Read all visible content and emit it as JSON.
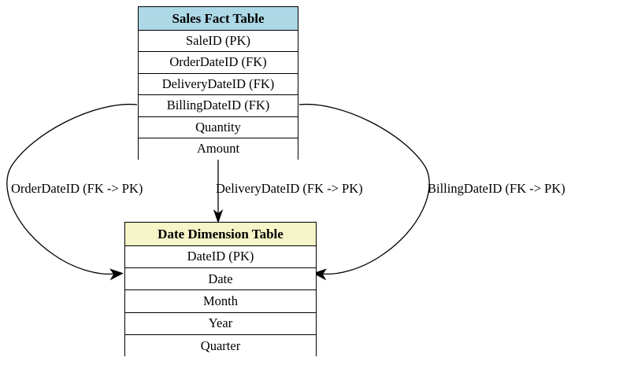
{
  "diagram": {
    "type": "entity-relationship-diagram",
    "background_color": "#ffffff",
    "line_color": "#000000",
    "tables": [
      {
        "id": "sales-fact-table",
        "title": "Sales Fact Table",
        "header_color": "#add8e6",
        "rows": [
          "SaleID (PK)",
          "OrderDateID (FK)",
          "DeliveryDateID (FK)",
          "BillingDateID (FK)",
          "Quantity",
          "Amount"
        ]
      },
      {
        "id": "date-dimension-table",
        "title": "Date Dimension Table",
        "header_color": "#f5f5c8",
        "rows": [
          "DateID (PK)",
          "Date",
          "Month",
          "Year",
          "Quarter"
        ]
      }
    ],
    "edges": [
      {
        "id": "edge-order",
        "label": "OrderDateID (FK -> PK)",
        "from": "Sales Fact Table",
        "to": "Date Dimension Table",
        "route": "left-curve",
        "arrow": "to-date-dimension"
      },
      {
        "id": "edge-delivery",
        "label": "DeliveryDateID (FK -> PK)",
        "from": "Sales Fact Table",
        "to": "Date Dimension Table",
        "route": "straight-down",
        "arrow": "to-date-dimension"
      },
      {
        "id": "edge-billing",
        "label": "BillingDateID (FK -> PK)",
        "from": "Sales Fact Table",
        "to": "Date Dimension Table",
        "route": "right-curve",
        "arrow": "to-date-dimension"
      }
    ]
  }
}
